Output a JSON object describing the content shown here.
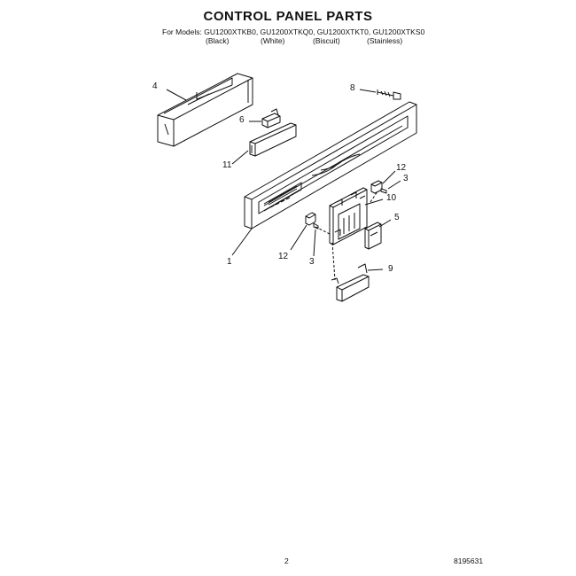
{
  "title": "CONTROL PANEL PARTS",
  "models_line": "For Models: GU1200XTKB0, GU1200XTKQ0, GU1200XTKT0, GU1200XTKS0",
  "colors": [
    "(Black)",
    "(White)",
    "(Biscuit)",
    "(Stainless)"
  ],
  "callouts": [
    "4",
    "6",
    "11",
    "8",
    "12",
    "3",
    "10",
    "5",
    "1",
    "12",
    "3",
    "9"
  ],
  "footer": {
    "page": "2",
    "code": "8195631"
  }
}
